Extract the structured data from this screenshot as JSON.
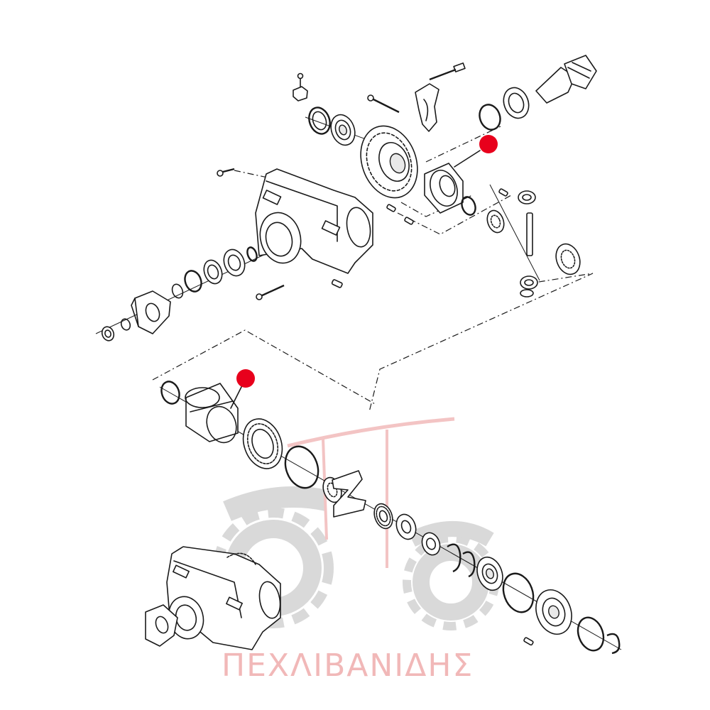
{
  "watermark": {
    "brand_text": "ΠΕΧΛΙΒΑΝΙΔΗΣ",
    "brand_color": "#f1b8b8",
    "gear_color": "#dcdcdc"
  },
  "highlights": {
    "color": "#e8001c",
    "markers": [
      {
        "id": "marker-differential-housing"
      },
      {
        "id": "marker-sleeve"
      }
    ]
  }
}
